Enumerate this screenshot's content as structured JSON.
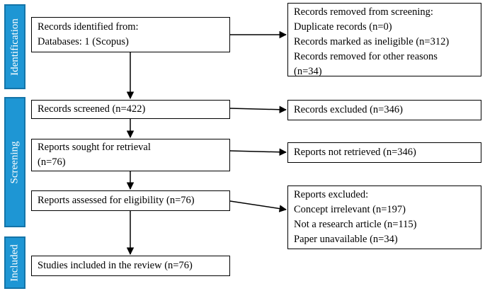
{
  "phases": {
    "identification": "Identification",
    "screening": "Screening",
    "included": "Included"
  },
  "boxes": {
    "records_identified": [
      "Records identified  from:",
      "Databases: 1 (Scopus)"
    ],
    "records_removed": [
      "Records removed from screening:",
      "Duplicate records (n=0)",
      "Records marked as ineligible  (n=312)",
      "Records removed for other reasons",
      "(n=34)"
    ],
    "records_screened": [
      "Records screened (n=422)"
    ],
    "records_excluded": [
      "Records excluded (n=346)"
    ],
    "reports_sought": [
      "Reports sought for retrieval",
      "(n=76)"
    ],
    "reports_not_retrieved": [
      "Reports not retrieved  (n=346)"
    ],
    "reports_assessed": [
      "Reports assessed for eligibility  (n=76)"
    ],
    "reports_excluded": [
      "Reports excluded:",
      "Concept irrelevant  (n=197)",
      "Not a research article  (n=115)",
      "Paper unavailable  (n=34)"
    ],
    "studies_included": [
      "Studies included in the review (n=76)"
    ]
  },
  "colors": {
    "phase_fill": "#1e96d4",
    "phase_border": "#1474a8",
    "box_border": "#000000",
    "arrow": "#000000"
  }
}
